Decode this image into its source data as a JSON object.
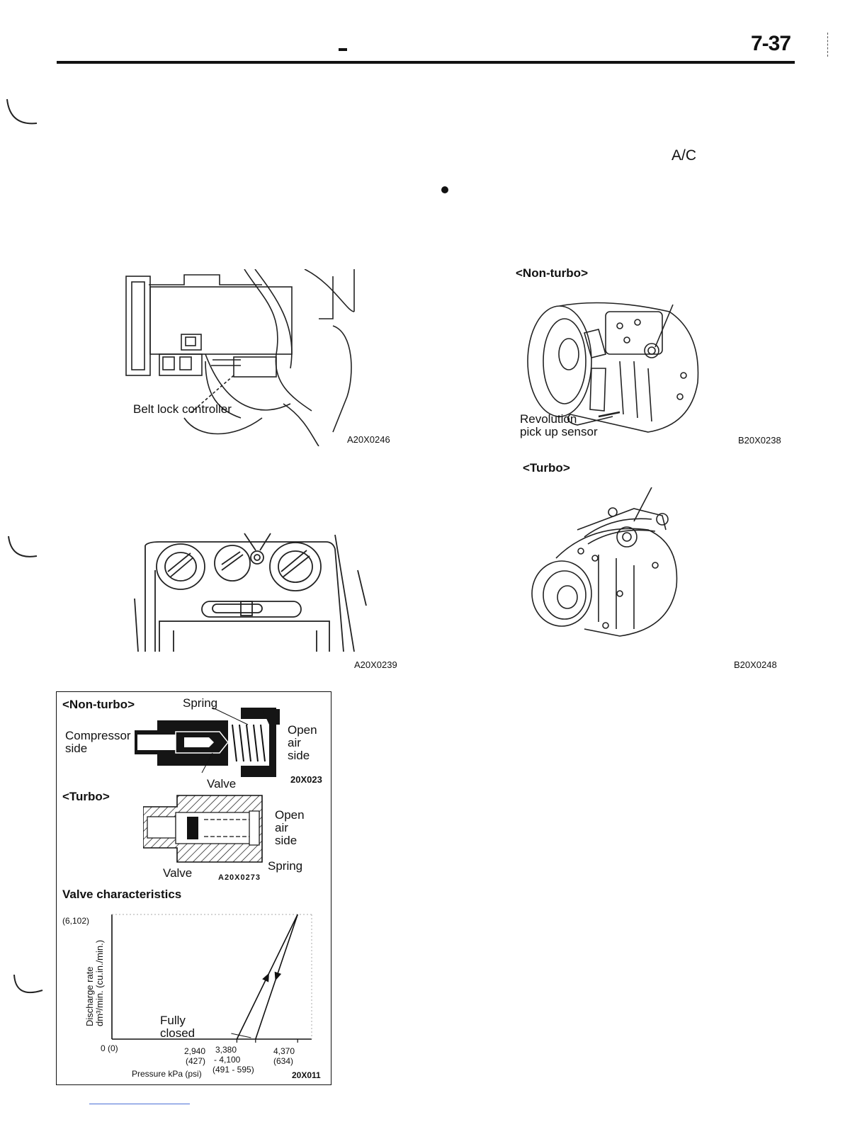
{
  "header": {
    "page_number": "7-37",
    "dash": "-"
  },
  "top_right_text": "A/C",
  "figures": {
    "belt_lock": {
      "callout": "Belt lock controller",
      "code": "A20X0246"
    },
    "dash_panel": {
      "code": "A20X0239"
    },
    "non_turbo_compressor": {
      "title": "<Non-turbo>",
      "callout_line1": "Revolution",
      "callout_line2": "pick up sensor",
      "code": "B20X0238"
    },
    "turbo_compressor": {
      "title": "<Turbo>",
      "code": "B20X0248"
    },
    "relief_valve_box": {
      "non_turbo_title": "<Non-turbo>",
      "spring_top": "Spring",
      "compressor_side_1": "Compressor",
      "compressor_side_2": "side",
      "open_1": "Open",
      "air_1": "air",
      "side_1": "side",
      "valve_top": "Valve",
      "code_top": "20X023",
      "turbo_title": "<Turbo>",
      "open_2": "Open",
      "air_2": "air",
      "side_2": "side",
      "spring_bottom": "Spring",
      "valve_bottom": "Valve",
      "code_mid": "A20X0273",
      "valve_char_title": "Valve characteristics",
      "fully": "Fully",
      "closed": "closed",
      "code_bottom": "20X011"
    }
  },
  "chart_data": {
    "type": "line",
    "title": "Valve characteristics",
    "xlabel": "Pressure kPa (psi)",
    "ylabel_line1": "Discharge rate",
    "ylabel_line2": "dm³/min. (cu.in./min.)",
    "y_tick_top": "(6,102)",
    "origin_label": "0 (0)",
    "x_ticks": [
      {
        "line1": "2,940",
        "line2": "(427)",
        "value": 2940
      },
      {
        "line1": "3,380",
        "line2": "- 4,100",
        "line3": "(491 - 595)",
        "value": 3380
      },
      {
        "line1": "4,370",
        "line2": "(634)",
        "value": 4370
      }
    ],
    "series": [
      {
        "x": [
          2940,
          4370
        ],
        "y": [
          0,
          100
        ]
      },
      {
        "x": [
          4370,
          3380
        ],
        "y": [
          100,
          0
        ]
      }
    ],
    "y_unit": "percent of maximum (maximum labelled 6,102)",
    "xlim": [
      0,
      4700
    ],
    "ylim": [
      0,
      100
    ]
  }
}
